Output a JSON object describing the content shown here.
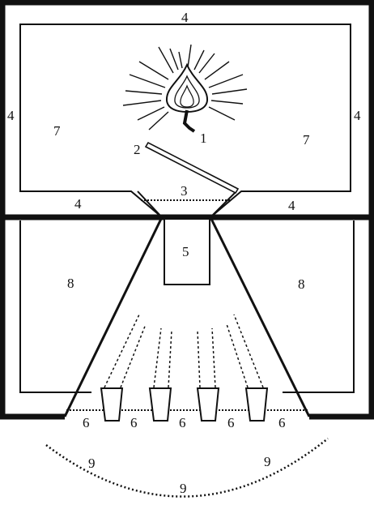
{
  "colors": {
    "ink": "#111111",
    "background": "#ffffff"
  },
  "labels": {
    "l1": "1",
    "l2": "2",
    "l3": "3",
    "l4": "4",
    "l5": "5",
    "l6": "6",
    "l7": "7",
    "l8": "8",
    "l9": "9"
  }
}
